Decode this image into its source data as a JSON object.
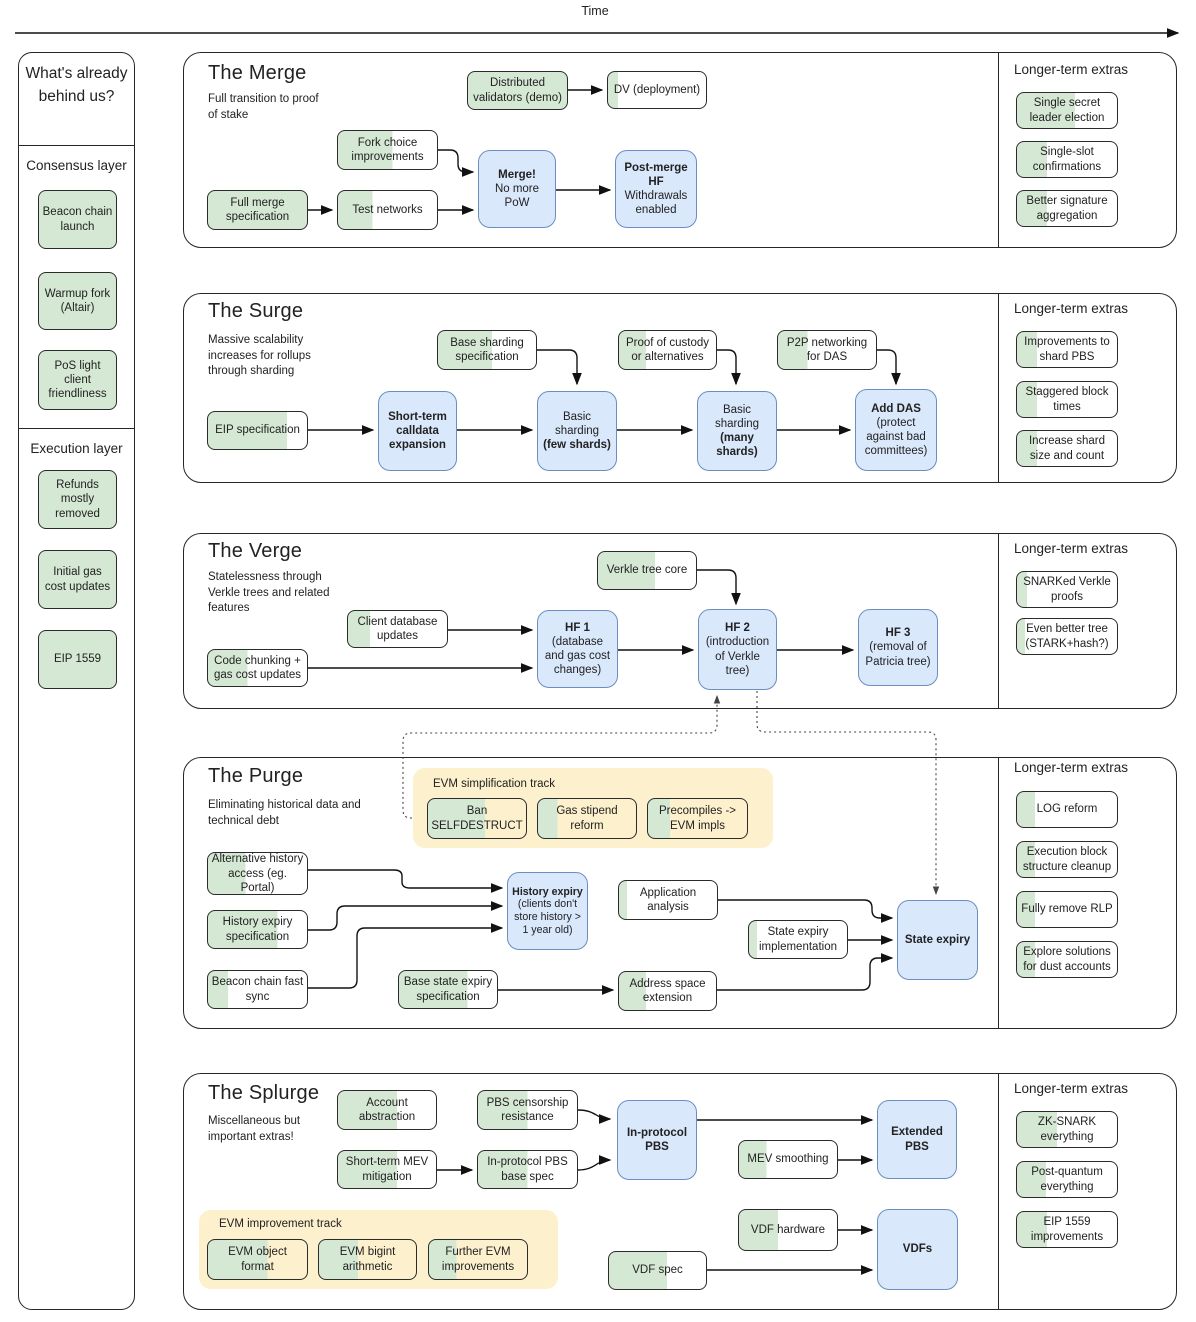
{
  "timeline": {
    "label": "Time"
  },
  "palette": {
    "green": "#d5e8d4",
    "blue": "#dae8fc",
    "blue-border": "#6c8ebf",
    "yellow": "#fcf0cd",
    "ink": "#222222"
  },
  "sidebar": {
    "title": "What's already behind us?",
    "groups": [
      {
        "heading": "Consensus layer",
        "items": [
          "Beacon chain launch",
          "Warmup fork (Altair)",
          "PoS light client friendliness"
        ]
      },
      {
        "heading": "Execution layer",
        "items": [
          "Refunds mostly removed",
          "Initial gas cost updates",
          "EIP 1559"
        ]
      }
    ]
  },
  "sections": {
    "merge": {
      "title": "The Merge",
      "subtitle": "Full transition to proof of stake",
      "extras_title": "Longer-term extras",
      "nodes": {
        "distributed_validators": {
          "lines": [
            {
              "text": "Distributed validators (demo)"
            }
          ],
          "progress": 100
        },
        "dv_deployment": {
          "lines": [
            {
              "text": "DV (deployment)"
            }
          ],
          "progress": 10
        },
        "fork_choice": {
          "lines": [
            {
              "text": "Fork choice improvements"
            }
          ],
          "progress": 55
        },
        "full_merge_spec": {
          "lines": [
            {
              "text": "Full merge specification"
            }
          ],
          "progress": 100
        },
        "test_networks": {
          "lines": [
            {
              "text": "Test networks"
            }
          ],
          "progress": 35
        },
        "merge_milestone": {
          "lines": [
            {
              "text": "Merge!",
              "bold": true
            },
            {
              "text": "No more PoW"
            }
          ]
        },
        "post_merge_hf": {
          "lines": [
            {
              "text": "Post-merge HF",
              "bold": true
            },
            {
              "text": "Withdrawals enabled"
            }
          ]
        }
      },
      "extras": [
        {
          "lines": [
            {
              "text": "Single secret leader election"
            }
          ],
          "progress": 58
        },
        {
          "lines": [
            {
              "text": "Single-slot confirmations"
            }
          ],
          "progress": 30
        },
        {
          "lines": [
            {
              "text": "Better signature aggregation"
            }
          ],
          "progress": 30
        }
      ]
    },
    "surge": {
      "title": "The Surge",
      "subtitle": "Massive scalability increases for rollups through sharding",
      "extras_title": "Longer-term extras",
      "nodes": {
        "eip_spec": {
          "lines": [
            {
              "text": "EIP specification"
            }
          ],
          "progress": 80
        },
        "base_sharding_spec": {
          "lines": [
            {
              "text": "Base sharding specification"
            }
          ],
          "progress": 55
        },
        "proof_custody": {
          "lines": [
            {
              "text": "Proof of custody or alternatives"
            }
          ],
          "progress": 28
        },
        "p2p_das": {
          "lines": [
            {
              "text": "P2P networking for DAS"
            }
          ],
          "progress": 30
        },
        "short_calldata": {
          "lines": [
            {
              "text": "Short-term calldata expansion",
              "bold": true
            }
          ]
        },
        "few_shards": {
          "lines": [
            {
              "text": "Basic sharding"
            },
            {
              "text": "(few shards)",
              "bold": true
            }
          ]
        },
        "many_shards": {
          "lines": [
            {
              "text": "Basic sharding"
            },
            {
              "text": "(many shards)",
              "bold": true
            }
          ]
        },
        "add_das": {
          "lines": [
            {
              "text": "Add DAS",
              "bold": true
            },
            {
              "text": "(protect against bad committees)"
            }
          ]
        }
      },
      "extras": [
        {
          "lines": [
            {
              "text": "Improvements to shard PBS"
            }
          ],
          "progress": 20
        },
        {
          "lines": [
            {
              "text": "Staggered block times"
            }
          ],
          "progress": 20
        },
        {
          "lines": [
            {
              "text": "Increase shard size and count"
            }
          ],
          "progress": 20
        }
      ]
    },
    "verge": {
      "title": "The Verge",
      "subtitle": "Statelessness through Verkle trees and related features",
      "extras_title": "Longer-term extras",
      "nodes": {
        "client_db": {
          "lines": [
            {
              "text": "Client database updates"
            }
          ],
          "progress": 22
        },
        "code_chunking": {
          "lines": [
            {
              "text": "Code chunking + gas cost updates"
            }
          ],
          "progress": 40
        },
        "verkle_core": {
          "lines": [
            {
              "text": "Verkle tree core"
            }
          ],
          "progress": 58
        },
        "hf1": {
          "lines": [
            {
              "text": "HF 1",
              "bold": true
            },
            {
              "text": "(database and gas cost changes)"
            }
          ]
        },
        "hf2": {
          "lines": [
            {
              "text": "HF 2",
              "bold": true
            },
            {
              "text": "(introduction of Verkle tree)"
            }
          ]
        },
        "hf3": {
          "lines": [
            {
              "text": "HF 3",
              "bold": true
            },
            {
              "text": "(removal of Patricia tree)"
            }
          ]
        }
      },
      "extras": [
        {
          "lines": [
            {
              "text": "SNARKed Verkle proofs"
            }
          ],
          "progress": 10
        },
        {
          "lines": [
            {
              "text": "Even better tree (STARK+hash?)"
            }
          ],
          "progress": 8
        }
      ]
    },
    "purge": {
      "title": "The Purge",
      "subtitle": "Eliminating historical data and technical debt",
      "extras_title": "Longer-term extras",
      "track_title": "EVM simplification track",
      "nodes": {
        "ban_selfdestruct": {
          "lines": [
            {
              "text": "Ban SELFDESTRUCT"
            }
          ],
          "progress": 58
        },
        "gas_stipend": {
          "lines": [
            {
              "text": "Gas stipend reform"
            }
          ],
          "progress": 20
        },
        "precompiles": {
          "lines": [
            {
              "text": "Precompiles -> EVM impls"
            }
          ],
          "progress": 22
        },
        "alt_history": {
          "lines": [
            {
              "text": "Alternative history access (eg. Portal)"
            }
          ],
          "progress": 38
        },
        "hist_expiry_spec": {
          "lines": [
            {
              "text": "History expiry specification"
            }
          ],
          "progress": 70
        },
        "beacon_fast_sync": {
          "lines": [
            {
              "text": "Beacon chain fast sync"
            }
          ],
          "progress": 20
        },
        "base_state_expiry": {
          "lines": [
            {
              "text": "Base state expiry specification"
            }
          ],
          "progress": 70
        },
        "app_analysis": {
          "lines": [
            {
              "text": "Application analysis"
            }
          ],
          "progress": 8
        },
        "state_expiry_impl": {
          "lines": [
            {
              "text": "State expiry implementation"
            }
          ],
          "progress": 8
        },
        "addr_space_ext": {
          "lines": [
            {
              "text": "Address space extension"
            }
          ],
          "progress": 28
        },
        "history_expiry": {
          "lines": [
            {
              "text": "History expiry",
              "bold": true
            },
            {
              "text": "(clients don't store history > 1 year old)"
            }
          ]
        },
        "state_expiry": {
          "lines": [
            {
              "text": "State expiry",
              "bold": true
            }
          ]
        }
      },
      "extras": [
        {
          "lines": [
            {
              "text": "LOG reform"
            }
          ],
          "progress": 18
        },
        {
          "lines": [
            {
              "text": "Execution block structure cleanup"
            }
          ],
          "progress": 18
        },
        {
          "lines": [
            {
              "text": "Fully remove RLP"
            }
          ],
          "progress": 18
        },
        {
          "lines": [
            {
              "text": "Explore solutions for dust accounts"
            }
          ],
          "progress": 18
        }
      ]
    },
    "splurge": {
      "title": "The Splurge",
      "subtitle": "Miscellaneous but important extras!",
      "extras_title": "Longer-term extras",
      "track_title": "EVM improvement track",
      "nodes": {
        "account_abstraction": {
          "lines": [
            {
              "text": "Account abstraction"
            }
          ],
          "progress": 60
        },
        "pbs_censorship": {
          "lines": [
            {
              "text": "PBS censorship resistance"
            }
          ],
          "progress": 50
        },
        "short_term_mev": {
          "lines": [
            {
              "text": "Short-term MEV mitigation"
            }
          ],
          "progress": 60
        },
        "pbs_base_spec": {
          "lines": [
            {
              "text": "In-protocol PBS base spec"
            }
          ],
          "progress": 50
        },
        "mev_smoothing": {
          "lines": [
            {
              "text": "MEV smoothing"
            }
          ],
          "progress": 28
        },
        "vdf_hardware": {
          "lines": [
            {
              "text": "VDF hardware"
            }
          ],
          "progress": 40
        },
        "vdf_spec": {
          "lines": [
            {
              "text": "VDF spec"
            }
          ],
          "progress": 60
        },
        "evm_object": {
          "lines": [
            {
              "text": "EVM object format"
            }
          ],
          "progress": 60
        },
        "evm_bigint": {
          "lines": [
            {
              "text": "EVM bigint arithmetic"
            }
          ],
          "progress": 40
        },
        "further_evm": {
          "lines": [
            {
              "text": "Further EVM improvements"
            }
          ],
          "progress": 28
        },
        "in_protocol_pbs": {
          "lines": [
            {
              "text": "In-protocol PBS",
              "bold": true
            }
          ]
        },
        "extended_pbs": {
          "lines": [
            {
              "text": "Extended PBS",
              "bold": true
            }
          ]
        },
        "vdfs": {
          "lines": [
            {
              "text": "VDFs",
              "bold": true
            }
          ]
        }
      },
      "extras": [
        {
          "lines": [
            {
              "text": "ZK-SNARK everything"
            }
          ],
          "progress": 40
        },
        {
          "lines": [
            {
              "text": "Post-quantum everything"
            }
          ],
          "progress": 29
        },
        {
          "lines": [
            {
              "text": "EIP 1559 improvements"
            }
          ],
          "progress": 30
        }
      ]
    }
  }
}
